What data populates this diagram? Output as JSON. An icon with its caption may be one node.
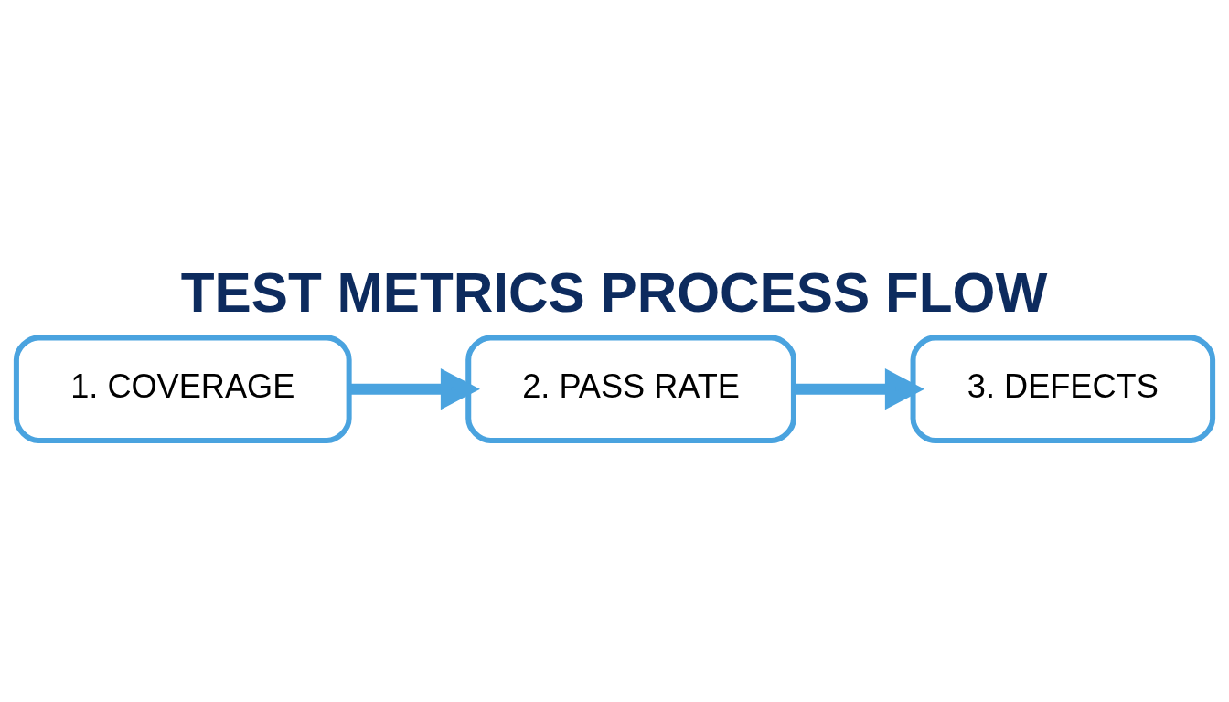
{
  "diagram": {
    "title": "TEST METRICS PROCESS FLOW",
    "nodes": [
      {
        "text": [
          "1. COVERAGE"
        ]
      },
      {
        "text": [
          "2. PASS RATE"
        ]
      },
      {
        "text": [
          "3. DEFECTS"
        ]
      }
    ],
    "edges": [
      {
        "from": 0,
        "to": 1,
        "arrow": "to"
      },
      {
        "from": 1,
        "to": 2,
        "arrow": "to"
      }
    ]
  }
}
